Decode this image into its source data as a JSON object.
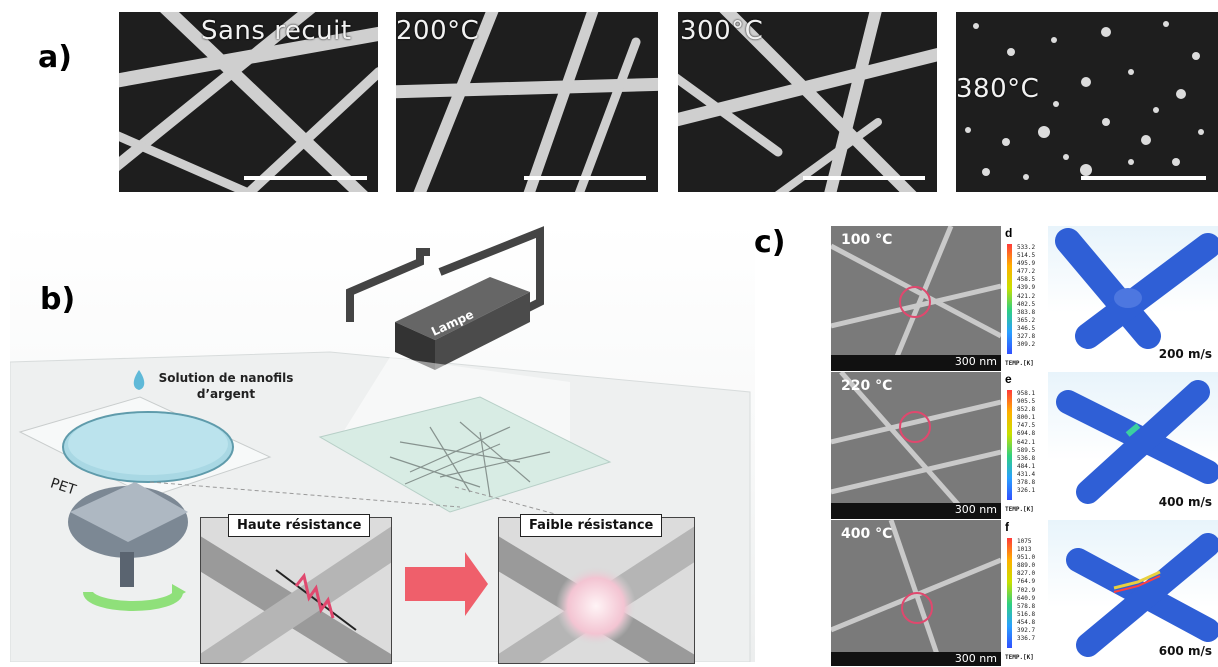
{
  "panel_a": {
    "letter": "a)",
    "images": [
      {
        "label": "Sans recuit"
      },
      {
        "label": "200°C"
      },
      {
        "label": "300°C"
      },
      {
        "label": "380°C"
      }
    ]
  },
  "panel_b": {
    "letter": "b)",
    "solution_label": "Solution de nanofils\nd’argent",
    "substrate_label": "PET",
    "lamp_label": "Lampe",
    "high_resistance": "Haute résistance",
    "low_resistance": "Faible résistance"
  },
  "panel_c": {
    "letter": "c)",
    "rows": [
      {
        "temperature": "100 °C",
        "scale": "300 nm",
        "sub": "d",
        "speed": "200 m/s",
        "legend_values": [
          "533.2",
          "514.5",
          "495.9",
          "477.2",
          "458.5",
          "439.9",
          "421.2",
          "402.5",
          "383.8",
          "365.2",
          "346.5",
          "327.8",
          "309.2"
        ],
        "legend_unit": "TEMP.[K]"
      },
      {
        "temperature": "220 °C",
        "scale": "300 nm",
        "sub": "e",
        "speed": "400 m/s",
        "legend_values": [
          "958.1",
          "905.5",
          "852.8",
          "800.1",
          "747.5",
          "694.8",
          "642.1",
          "589.5",
          "536.8",
          "484.1",
          "431.4",
          "378.8",
          "326.1"
        ],
        "legend_unit": "TEMP.[K]"
      },
      {
        "temperature": "400 °C",
        "scale": "300 nm",
        "sub": "f",
        "speed": "600 m/s",
        "legend_values": [
          "1075",
          "1013",
          "951.0",
          "889.0",
          "827.0",
          "764.9",
          "702.9",
          "640.9",
          "578.8",
          "516.8",
          "454.8",
          "392.7",
          "336.7"
        ],
        "legend_unit": "TEMP.[K]"
      }
    ]
  },
  "colors": {
    "sem_background": "#1e1e1e",
    "nanowire": "#cfcfcf",
    "highlight_circle": "#e0486e",
    "arrow": "#ef5f6b",
    "rotation_arrow": "#8fe07a",
    "wire_blue": "#2f5fd6"
  }
}
